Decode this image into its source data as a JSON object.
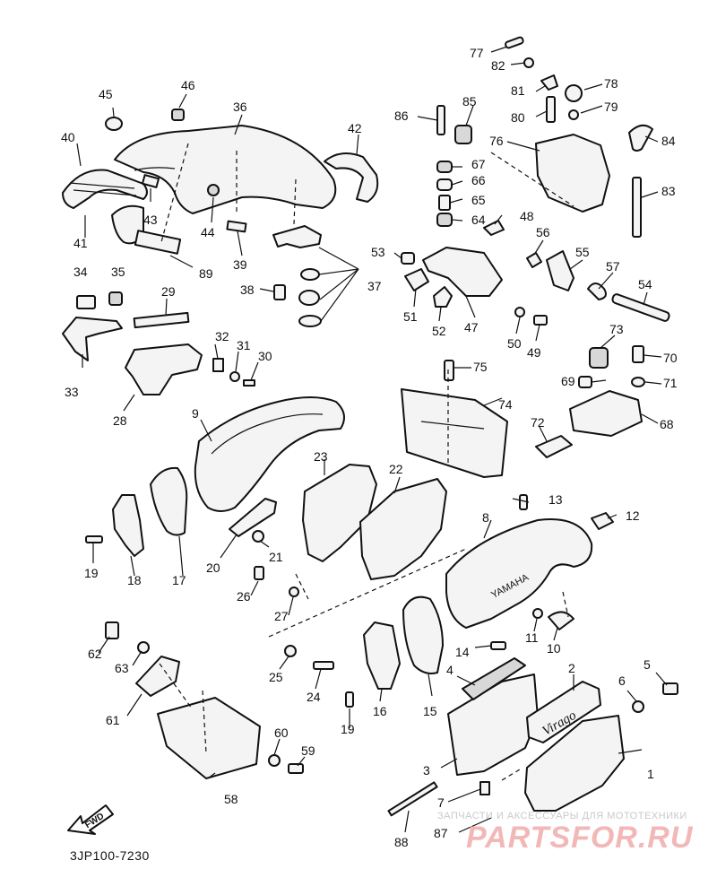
{
  "diagram_code": "3JP100-7230",
  "watermark": {
    "caption": "ЗАПЧАСТИ И АКСЕССУАРЫ ДЛЯ МОТОТЕХНИКИ",
    "logo": "PARTSFOR.RU"
  },
  "direction_label": "FWD",
  "tank_brand_text": "YAMAHA",
  "emblem_text": "Virago",
  "callouts": [
    "1",
    "2",
    "3",
    "4",
    "5",
    "6",
    "7",
    "8",
    "9",
    "10",
    "11",
    "12",
    "13",
    "14",
    "15",
    "16",
    "17",
    "18",
    "19",
    "19",
    "20",
    "21",
    "22",
    "23",
    "24",
    "25",
    "26",
    "27",
    "28",
    "29",
    "30",
    "31",
    "32",
    "33",
    "34",
    "35",
    "36",
    "37",
    "38",
    "39",
    "40",
    "41",
    "42",
    "43",
    "44",
    "45",
    "46",
    "47",
    "48",
    "49",
    "50",
    "51",
    "52",
    "53",
    "54",
    "55",
    "56",
    "57",
    "58",
    "59",
    "60",
    "61",
    "62",
    "63",
    "64",
    "65",
    "66",
    "67",
    "68",
    "69",
    "70",
    "71",
    "72",
    "73",
    "74",
    "75",
    "76",
    "77",
    "78",
    "79",
    "80",
    "81",
    "82",
    "83",
    "84",
    "85",
    "86",
    "87",
    "88",
    "89"
  ]
}
